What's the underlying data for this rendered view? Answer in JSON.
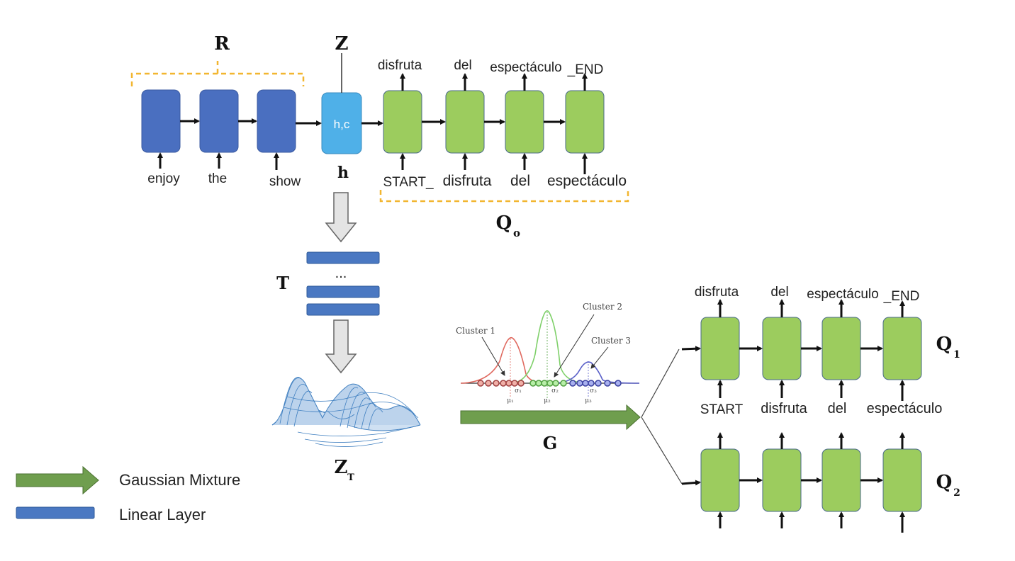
{
  "labels": {
    "R": "R",
    "Z": "Z",
    "h": "h",
    "Q_o": "Q",
    "Q_o_sub": "o",
    "T": "T",
    "T_dots": "...",
    "Z_T": "Z",
    "Z_T_sub": "T",
    "G": "G",
    "Q_1": "Q",
    "Q_1_sub": "1",
    "Q_2": "Q",
    "Q_2_sub": "2"
  },
  "encoder": {
    "inputs": [
      "enjoy",
      "the",
      "show"
    ],
    "state_label": "h,c"
  },
  "decoder_top": {
    "inputs": [
      "START_",
      "disfruta",
      "del",
      "espectáculo"
    ],
    "outputs": [
      "disfruta",
      "del",
      "espectáculo",
      "_END"
    ]
  },
  "decoder_q1": {
    "inputs": [
      "START",
      "disfruta",
      "del",
      "espectáculo"
    ],
    "outputs": [
      "disfruta",
      "del",
      "espectáculo",
      "_END"
    ]
  },
  "gmm_plot": {
    "clusters": [
      "Cluster 1",
      "Cluster 2",
      "Cluster 3"
    ],
    "mu": [
      "μ₁",
      "μ₂",
      "μ₃"
    ],
    "sigma": [
      "σ₁",
      "σ₂",
      "σ₃"
    ]
  },
  "legend": [
    {
      "label": "Gaussian Mixture",
      "icon": "green-arrow-icon",
      "color": "#6f9e4e"
    },
    {
      "label": "Linear Layer",
      "icon": "blue-bar-icon",
      "color": "#4a78c2"
    }
  ],
  "colors": {
    "encoder": "#4a6fc0",
    "state": "#4fb0e8",
    "decoder": "#9ccc5e",
    "bracket": "#f2b630",
    "linear": "#4a78c2",
    "gmm_arrow": "#6f9e4e",
    "cluster1": "#e06a60",
    "cluster2": "#7fd06a",
    "cluster3": "#5a60c8"
  }
}
